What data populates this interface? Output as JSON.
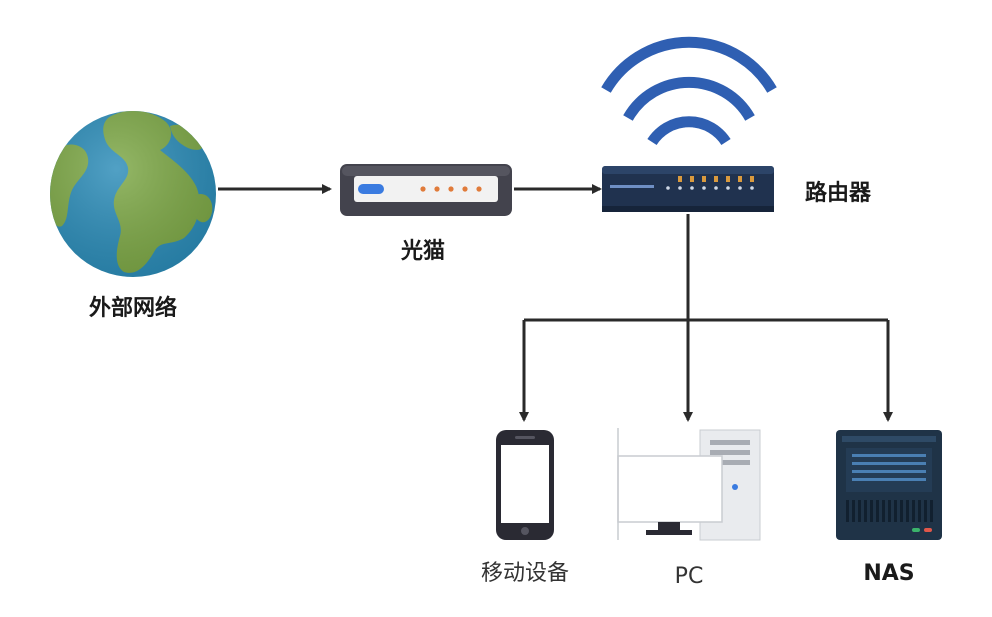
{
  "nodes": {
    "internet": {
      "label": "外部网络",
      "icon": "globe-icon"
    },
    "modem": {
      "label": "光猫",
      "icon": "modem-icon"
    },
    "router": {
      "label": "路由器",
      "icon": "router-icon"
    },
    "mobile": {
      "label": "移动设备",
      "icon": "smartphone-icon"
    },
    "pc": {
      "label": "PC",
      "icon": "desktop-pc-icon"
    },
    "nas": {
      "label": "NAS",
      "icon": "nas-server-icon"
    }
  },
  "edges": [
    {
      "from": "internet",
      "to": "modem"
    },
    {
      "from": "modem",
      "to": "router"
    },
    {
      "from": "router",
      "to": "mobile"
    },
    {
      "from": "router",
      "to": "pc"
    },
    {
      "from": "router",
      "to": "nas"
    }
  ],
  "colors": {
    "ocean": "#2b8cb8",
    "land": "#7da846",
    "wifi": "#2f5fb2",
    "arrow": "#2a2a2a",
    "device_dark": "#2a2a33",
    "router_body": "#20324f",
    "modem_body": "#43434d",
    "led_orange": "#e07b3a",
    "led_blue": "#3a7be0",
    "nas_body": "#1f3347"
  }
}
